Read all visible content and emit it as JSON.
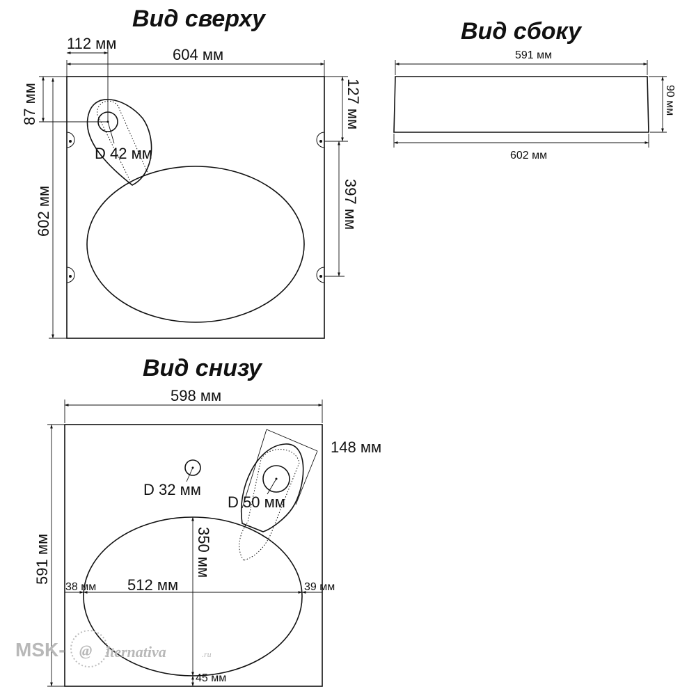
{
  "top_view": {
    "title": "Вид сверху",
    "width_label": "604 мм",
    "offset_label": "112 мм",
    "height_label": "602 мм",
    "left_small_label": "87 мм",
    "right_top_label": "127 мм",
    "right_mid_label": "397 мм",
    "hole_label": "D 42 мм"
  },
  "side_view": {
    "title": "Вид сбоку",
    "top_label": "591 мм",
    "bottom_label": "602 мм",
    "height_label": "90 мм"
  },
  "bottom_view": {
    "title": "Вид снизу",
    "width_label": "598 мм",
    "height_label": "591 мм",
    "diag_label": "148 мм",
    "small_hole_label": "D 32 мм",
    "large_hole_label": "D 50 мм",
    "bowl_height_label": "350 мм",
    "bowl_width_label": "512 мм",
    "left_margin_label": "38 мм",
    "right_margin_label": "39 мм",
    "bottom_margin_label": "45 мм"
  },
  "watermark": {
    "prefix": "MSK-",
    "symbol": "@",
    "suffix": "lternativa",
    "domain": ".ru"
  }
}
